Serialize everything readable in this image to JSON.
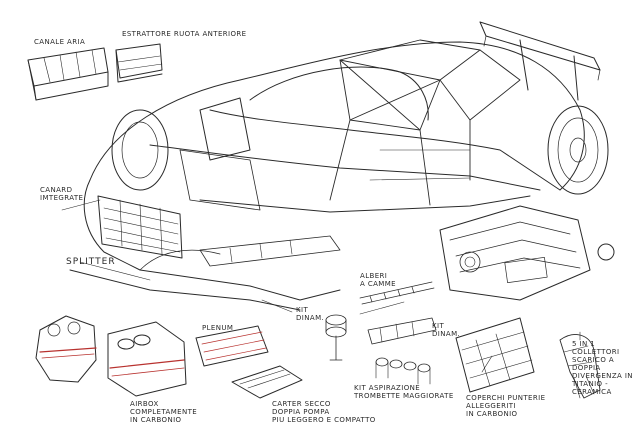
{
  "labels": {
    "canale_aria": "CANALE ARIA",
    "estrattore": "ESTRATTORE RUOTA ANTERIORE",
    "canard": "CANARD\nIMTEGRATE",
    "splitter": "SPLITTER",
    "alberi": "ALBERI\nA CAMME",
    "kit_dinam_1": "KIT\nDINAM.",
    "kit_dinam_2": "KIT\nDINAM.",
    "plenum": "PLENUM",
    "airbox": "AIRBOX\nCOMPLETAMENTE\nIN CARBONIO",
    "carter": "CARTER SECCO\nDOPPIA POMPA\nPIU LEGGERO E COMPATTO",
    "kit_aspirazione": "KIT ASPIRAZIONE\nTROMBETTE MAGGIORATE",
    "coperchi": "COPERCHI PUNTERIE\nALLEGGERITI\nIN CARBONIO",
    "scarico": "5 in 1\nCOLLETTORI\nSCARICO A DOPPIA\nDIVERGENZA IN\nTITANIO - CERAMICA"
  },
  "colors": {
    "ink": "#2a2a2a",
    "accent": "#b8322f"
  }
}
